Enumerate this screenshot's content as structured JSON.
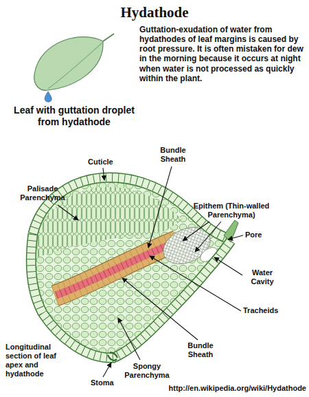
{
  "diagram": {
    "title": "Hydathode",
    "labels": [
      "Guttation-exudation of water from hydathodes of leaf margins is caused by root pressure. It is often mistaken for dew in the morning because it occurs at night when water is not processed as quickly within the plant.",
      "Leaf with guttation droplet from hydathode",
      "Cuticle",
      "Bundle Sheath",
      "Palisade Parenchyma",
      "Epithem (Thin-walled Parenchyma)",
      "Pore",
      "Water Cavity",
      "Tracheids",
      "Bundle Sheath",
      "Spongy Parenchyma",
      "Stoma",
      "Longitudinal section of leaf apex and hydathode",
      "http://en.wikipedia.org/wiki/Hydathode"
    ]
  }
}
